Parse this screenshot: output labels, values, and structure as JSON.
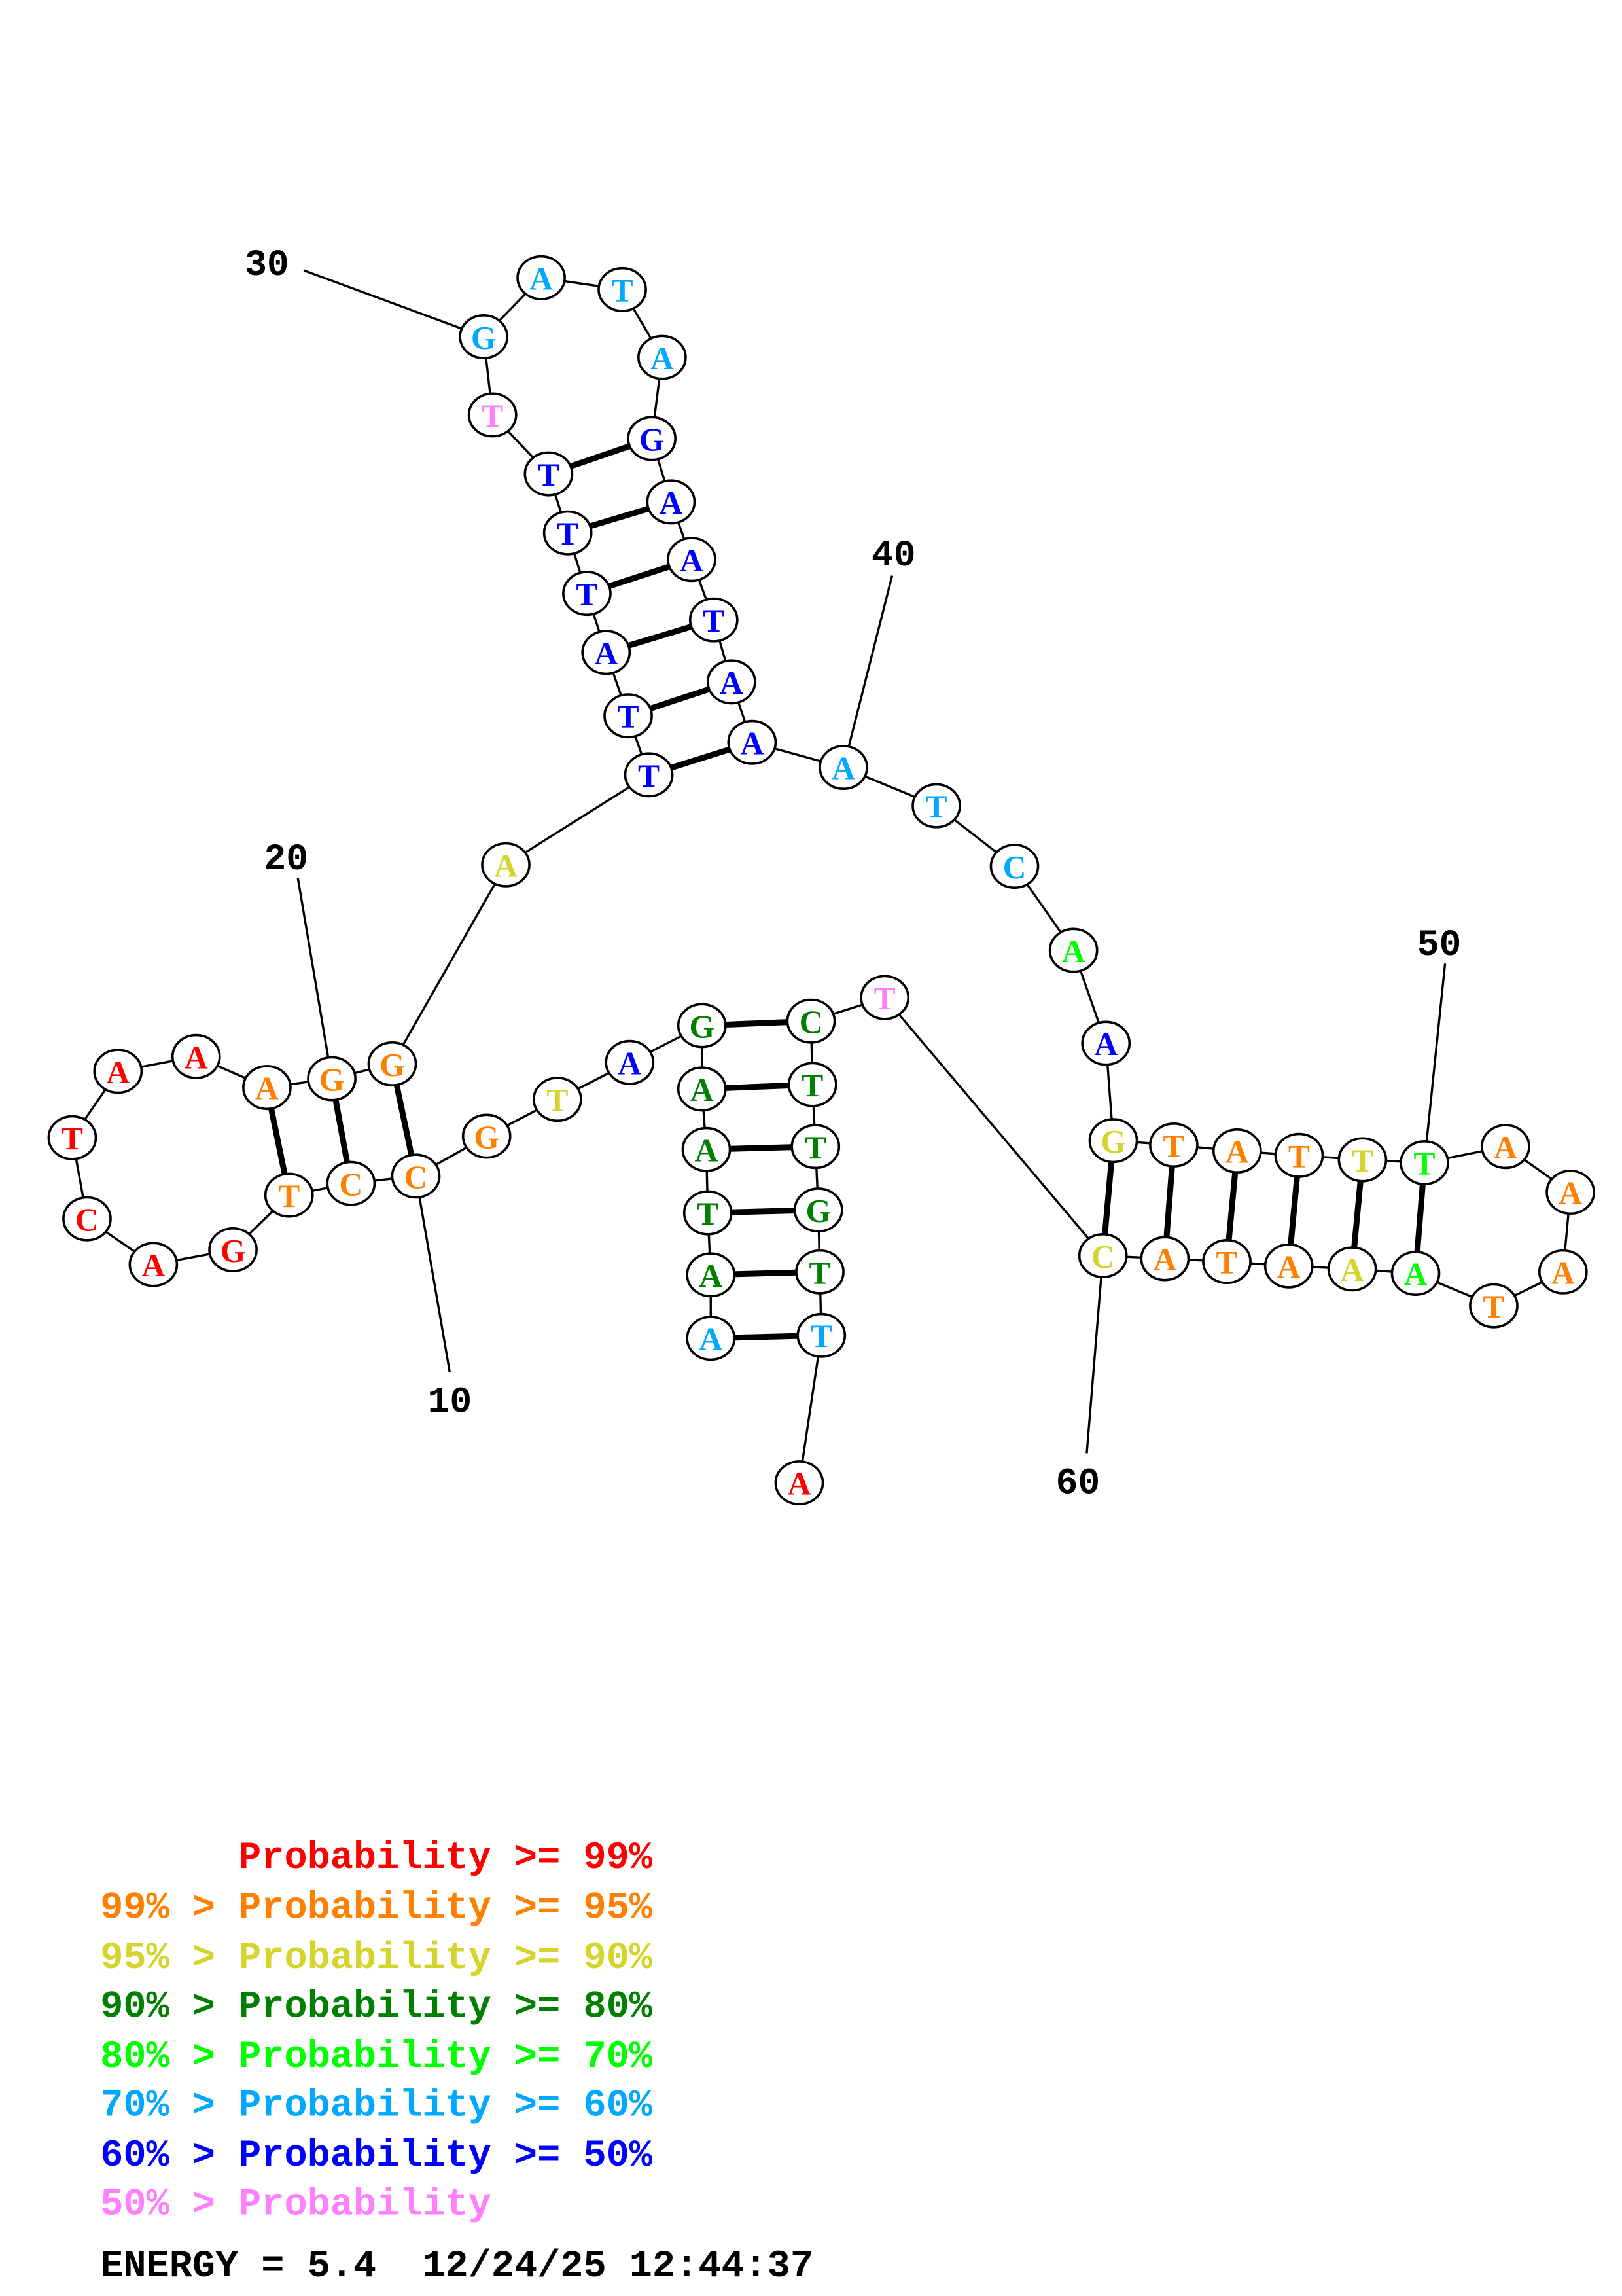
{
  "structure": {
    "bases": [
      {
        "n": "A",
        "p": 5
      },
      {
        "n": "A",
        "p": 3
      },
      {
        "n": "T",
        "p": 3
      },
      {
        "n": "A",
        "p": 3
      },
      {
        "n": "A",
        "p": 3
      },
      {
        "n": "G",
        "p": 3
      },
      {
        "n": "A",
        "p": 6
      },
      {
        "n": "T",
        "p": 2
      },
      {
        "n": "G",
        "p": 1
      },
      {
        "n": "C",
        "p": 1
      },
      {
        "n": "C",
        "p": 1
      },
      {
        "n": "T",
        "p": 1
      },
      {
        "n": "G",
        "p": 0
      },
      {
        "n": "A",
        "p": 0
      },
      {
        "n": "C",
        "p": 0
      },
      {
        "n": "T",
        "p": 0
      },
      {
        "n": "A",
        "p": 0
      },
      {
        "n": "A",
        "p": 0
      },
      {
        "n": "A",
        "p": 1
      },
      {
        "n": "G",
        "p": 1
      },
      {
        "n": "G",
        "p": 1
      },
      {
        "n": "A",
        "p": 2
      },
      {
        "n": "T",
        "p": 6
      },
      {
        "n": "T",
        "p": 6
      },
      {
        "n": "A",
        "p": 6
      },
      {
        "n": "T",
        "p": 6
      },
      {
        "n": "T",
        "p": 6
      },
      {
        "n": "T",
        "p": 6
      },
      {
        "n": "T",
        "p": 7
      },
      {
        "n": "G",
        "p": 5
      },
      {
        "n": "A",
        "p": 5
      },
      {
        "n": "T",
        "p": 5
      },
      {
        "n": "A",
        "p": 5
      },
      {
        "n": "G",
        "p": 6
      },
      {
        "n": "A",
        "p": 6
      },
      {
        "n": "A",
        "p": 6
      },
      {
        "n": "T",
        "p": 6
      },
      {
        "n": "A",
        "p": 6
      },
      {
        "n": "A",
        "p": 6
      },
      {
        "n": "A",
        "p": 5
      },
      {
        "n": "T",
        "p": 5
      },
      {
        "n": "C",
        "p": 5
      },
      {
        "n": "A",
        "p": 4
      },
      {
        "n": "A",
        "p": 6
      },
      {
        "n": "G",
        "p": 2
      },
      {
        "n": "T",
        "p": 1
      },
      {
        "n": "A",
        "p": 1
      },
      {
        "n": "T",
        "p": 1
      },
      {
        "n": "T",
        "p": 2
      },
      {
        "n": "T",
        "p": 4
      },
      {
        "n": "A",
        "p": 1
      },
      {
        "n": "A",
        "p": 1
      },
      {
        "n": "A",
        "p": 1
      },
      {
        "n": "T",
        "p": 1
      },
      {
        "n": "A",
        "p": 4
      },
      {
        "n": "A",
        "p": 2
      },
      {
        "n": "A",
        "p": 1
      },
      {
        "n": "T",
        "p": 1
      },
      {
        "n": "A",
        "p": 1
      },
      {
        "n": "C",
        "p": 2
      },
      {
        "n": "T",
        "p": 7
      },
      {
        "n": "C",
        "p": 3
      },
      {
        "n": "T",
        "p": 3
      },
      {
        "n": "T",
        "p": 3
      },
      {
        "n": "G",
        "p": 3
      },
      {
        "n": "T",
        "p": 3
      },
      {
        "n": "T",
        "p": 5
      },
      {
        "n": "A",
        "p": 0
      }
    ],
    "pairs": [
      [
        1,
        67
      ],
      [
        2,
        66
      ],
      [
        3,
        65
      ],
      [
        4,
        64
      ],
      [
        5,
        63
      ],
      [
        6,
        62
      ],
      [
        10,
        21
      ],
      [
        11,
        20
      ],
      [
        12,
        19
      ],
      [
        23,
        39
      ],
      [
        24,
        38
      ],
      [
        25,
        37
      ],
      [
        26,
        36
      ],
      [
        27,
        35
      ],
      [
        28,
        34
      ],
      [
        45,
        60
      ],
      [
        46,
        59
      ],
      [
        47,
        58
      ],
      [
        48,
        57
      ],
      [
        49,
        56
      ],
      [
        50,
        55
      ]
    ],
    "position_labels": [
      "10",
      "20",
      "30",
      "40",
      "50",
      "60"
    ]
  },
  "legend": {
    "colors": [
      "#ff0000",
      "#ff8000",
      "#d4d42c",
      "#007f00",
      "#00ff00",
      "#00a8ff",
      "#0000ff",
      "#ff80ff"
    ],
    "lines": [
      "      Probability >= 99%",
      "99% > Probability >= 95%",
      "95% > Probability >= 90%",
      "90% > Probability >= 80%",
      "80% > Probability >= 70%",
      "70% > Probability >= 60%",
      "60% > Probability >= 50%",
      "50% > Probability"
    ]
  },
  "footer": {
    "energy_text": "ENERGY = 5.4  12/24/25 12:44:37"
  }
}
